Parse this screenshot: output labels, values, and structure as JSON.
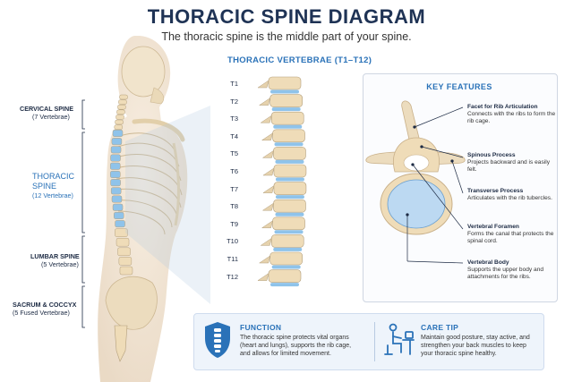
{
  "title": "THORACIC SPINE DIAGRAM",
  "subtitle": "The thoracic spine is the middle part of your spine.",
  "regions": [
    {
      "name": "CERVICAL SPINE",
      "detail": "(7 Vertebrae)"
    },
    {
      "name": "THORACIC SPINE",
      "detail": "(12 Vertebrae)"
    },
    {
      "name": "LUMBAR SPINE",
      "detail": "(5 Vertebrae)"
    },
    {
      "name": "SACRUM & COCCYX",
      "detail": "(5 Fused Vertebrae)"
    }
  ],
  "vertebrae_title": "THORACIC VERTEBRAE (T1–T12)",
  "vertebrae": [
    "T1",
    "T2",
    "T3",
    "T4",
    "T5",
    "T6",
    "T7",
    "T8",
    "T9",
    "T10",
    "T11",
    "T12"
  ],
  "key_features": {
    "title": "KEY FEATURES",
    "items": [
      {
        "name": "Facet for Rib Articulation",
        "desc": "Connects with the ribs to form the rib cage."
      },
      {
        "name": "Spinous Process",
        "desc": "Projects backward and is easily felt."
      },
      {
        "name": "Transverse Process",
        "desc": "Articulates with the rib tubercles."
      },
      {
        "name": "Vertebral Foramen",
        "desc": "Forms the canal that protects the spinal cord."
      },
      {
        "name": "Vertebral Body",
        "desc": "Supports the upper body and attachments for the ribs."
      }
    ]
  },
  "function": {
    "title": "FUNCTION",
    "text": "The thoracic spine protects vital organs (heart and lungs), supports the rib cage, and allows for limited movement."
  },
  "care_tip": {
    "title": "CARE TIP",
    "text": "Maintain good posture, stay active, and strengthen your back muscles to keep your thoracic spine healthy."
  },
  "colors": {
    "accent": "#2a72b8",
    "title": "#1f3355",
    "bone": "#efdcb8",
    "highlight": "#8fc3ea"
  }
}
